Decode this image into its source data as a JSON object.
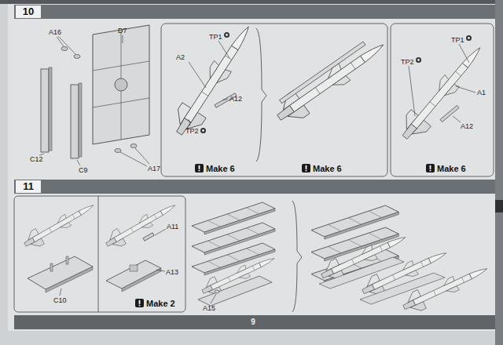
{
  "diagram": {
    "labels": [
      "10",
      "A16",
      "D7",
      "C12",
      "C9",
      "A17",
      "TP1",
      "A2",
      "A12",
      "TP2",
      "Make 6",
      "Make 6",
      "TP2",
      "TP1",
      "A1",
      "A12",
      "Make 6",
      "11",
      "C10",
      "A11",
      "A13",
      "Make 2",
      "A15",
      "9"
    ]
  }
}
